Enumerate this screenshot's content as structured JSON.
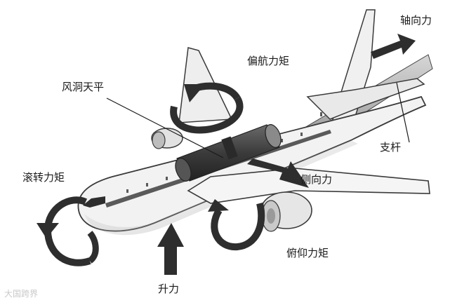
{
  "labels": {
    "axial_force": "轴向力",
    "yaw_moment": "偏航力矩",
    "wind_tunnel_balance": "风洞天平",
    "strut": "支杆",
    "roll_moment": "滚转力矩",
    "side_force": "侧向力",
    "pitch_moment": "俯仰力矩",
    "lift": "升力"
  },
  "watermark": "大国跨界",
  "colors": {
    "arrow": "#2e2e2e",
    "airframe_fill": "#f2f2f2",
    "airframe_line": "#3a3a3a",
    "stripe": "#5a5a5a",
    "text": "#1a1a1a"
  }
}
